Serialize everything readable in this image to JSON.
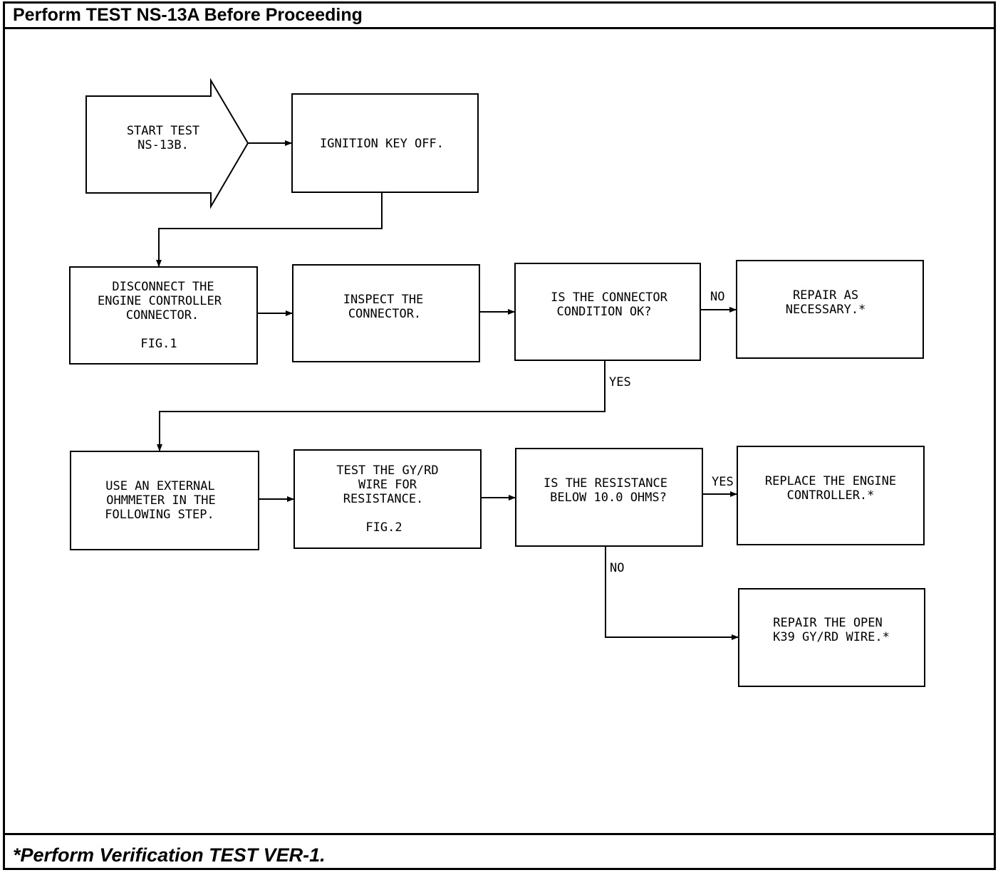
{
  "header": {
    "title": "Perform TEST NS-13A Before Proceeding"
  },
  "footer": {
    "note": "*Perform Verification TEST VER-1."
  },
  "nodes": {
    "start": {
      "line1": "START TEST",
      "line2": "NS-13B."
    },
    "ignition": {
      "line1": "IGNITION KEY OFF."
    },
    "disconnect": {
      "line1": "DISCONNECT THE",
      "line2": "ENGINE CONTROLLER",
      "line3": "CONNECTOR.",
      "fig": "FIG.1"
    },
    "inspect": {
      "line1": "INSPECT THE",
      "line2": "CONNECTOR."
    },
    "connector_ok": {
      "line1": "IS THE CONNECTOR",
      "line2": "CONDITION OK?"
    },
    "repair_necessary": {
      "line1": "REPAIR AS",
      "line2": "NECESSARY.*"
    },
    "ohmmeter": {
      "line1": "USE AN EXTERNAL",
      "line2": "OHMMETER IN THE",
      "line3": "FOLLOWING STEP."
    },
    "test_wire": {
      "line1": "TEST THE GY/RD",
      "line2": "WIRE FOR",
      "line3": "RESISTANCE.",
      "fig": "FIG.2"
    },
    "resistance_below": {
      "line1": "IS THE RESISTANCE",
      "line2": "BELOW 10.0 OHMS?"
    },
    "replace_controller": {
      "line1": "REPLACE THE ENGINE",
      "line2": "CONTROLLER.*"
    },
    "repair_open": {
      "line1": "REPAIR THE OPEN",
      "line2": "K39 GY/RD WIRE.*"
    }
  },
  "edges": {
    "no_1": "NO",
    "yes_1": "YES",
    "yes_2": "YES",
    "no_2": "NO"
  }
}
